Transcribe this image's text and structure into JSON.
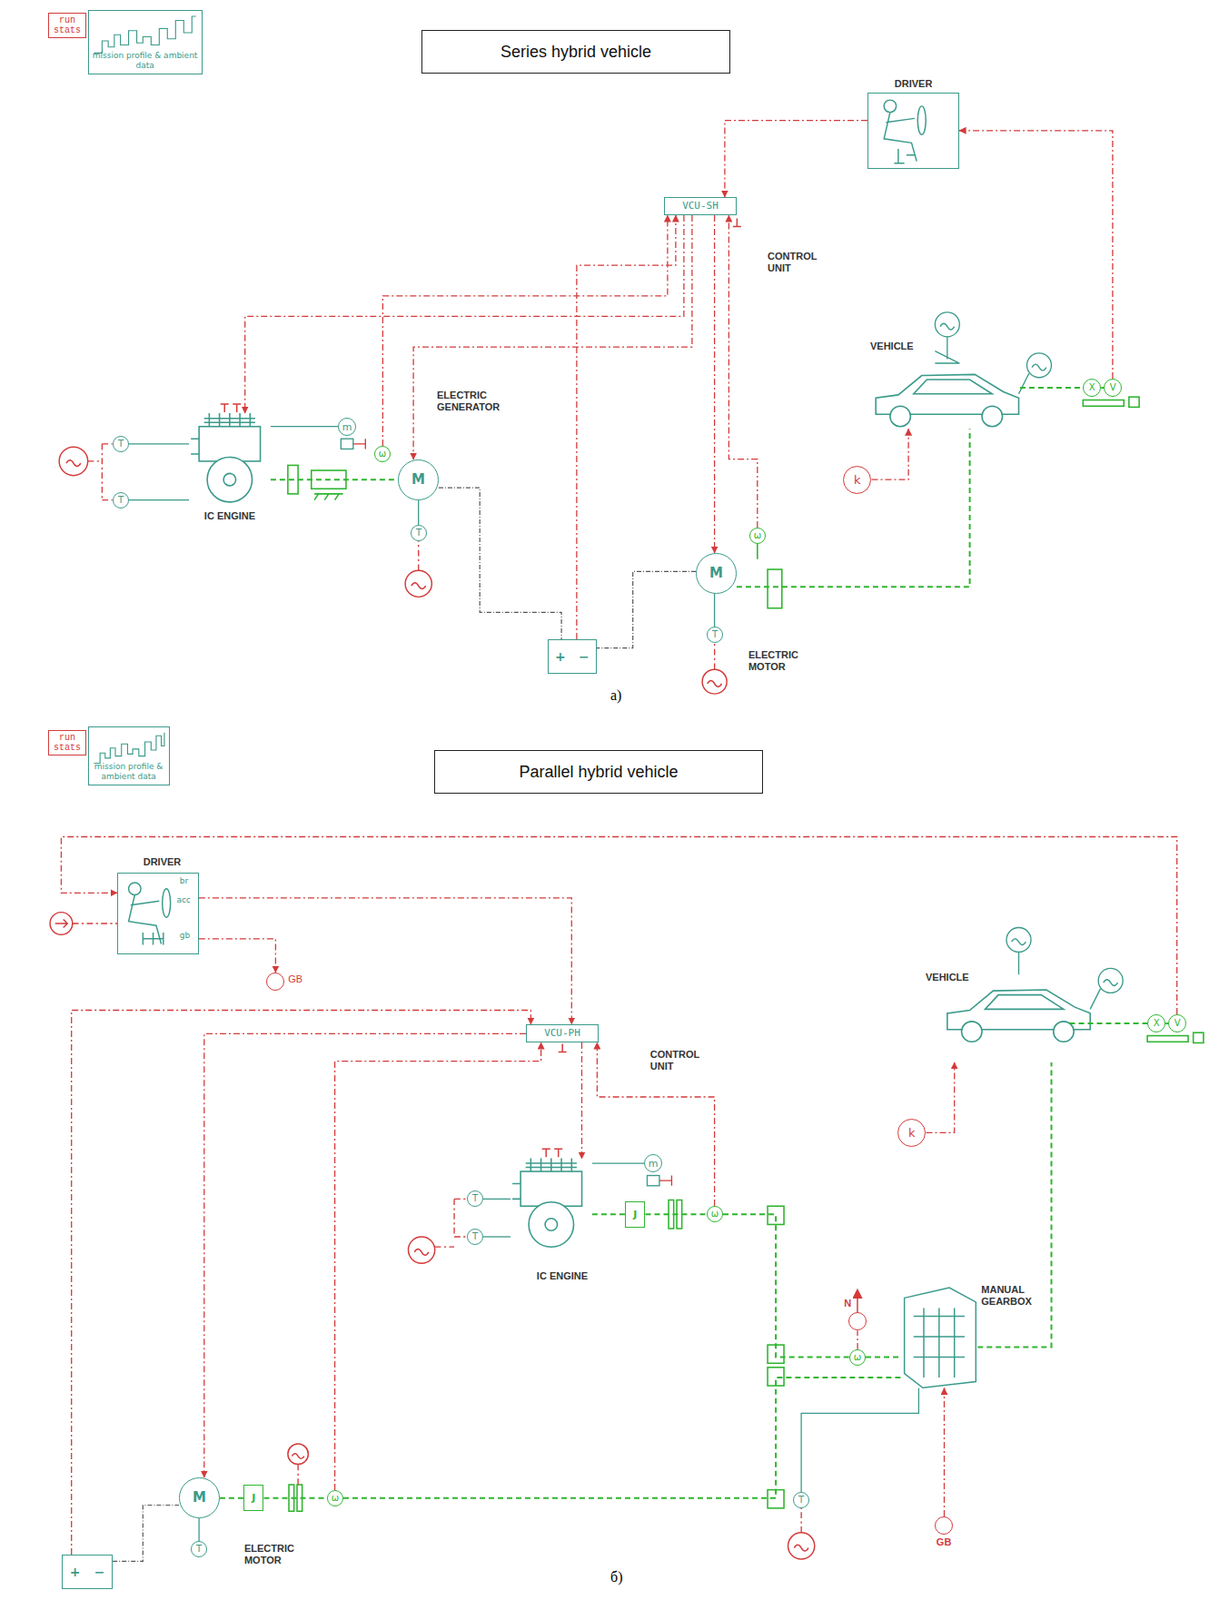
{
  "diagram": {
    "nodes": [
      {
        "text": [
          "run stats"
        ]
      },
      {
        "text": [
          "mission profile & ambient data"
        ]
      },
      {
        "text": [
          "Series hybrid vehicle"
        ]
      },
      {
        "text": [
          "DRIVER"
        ]
      },
      {
        "text": [
          "VCU-SH"
        ]
      },
      {
        "text": [
          "VEHICLE"
        ]
      },
      {
        "text": [
          "IC ENGINE"
        ]
      },
      {
        "text": [
          "M",
          "ELECTRIC GENERATOR"
        ]
      },
      {
        "text": [
          "M",
          "ELECTRIC MOTOR"
        ]
      },
      {
        "text": [
          "+",
          "−"
        ]
      },
      {
        "text": [
          "k"
        ]
      },
      {
        "text": [
          "T"
        ]
      },
      {
        "text": [
          "T"
        ]
      },
      {
        "text": [
          "m"
        ]
      },
      {
        "text": [
          "ω"
        ]
      },
      {
        "text": [
          "T"
        ]
      },
      {
        "text": [
          "ω"
        ]
      },
      {
        "text": [
          "T"
        ]
      },
      {
        "text": [
          "X"
        ]
      },
      {
        "text": [
          "V"
        ]
      },
      {
        "text": [
          "run stats"
        ]
      },
      {
        "text": [
          "mission profile & ambient data"
        ]
      },
      {
        "text": [
          "Parallel hybrid vehicle"
        ]
      },
      {
        "text": [
          "DRIVER"
        ]
      },
      {
        "text": [
          "GB"
        ]
      },
      {
        "text": [
          "VCU-PH"
        ]
      },
      {
        "text": [
          "VEHICLE"
        ]
      },
      {
        "text": [
          "k"
        ]
      },
      {
        "text": [
          "IC ENGINE"
        ]
      },
      {
        "text": [
          "MANUAL GEARBOX"
        ]
      },
      {
        "text": [
          "N"
        ]
      },
      {
        "text": [
          "GB"
        ]
      },
      {
        "text": [
          "M",
          "ELECTRIC MOTOR"
        ]
      },
      {
        "text": [
          "+",
          "−"
        ]
      },
      {
        "text": [
          "J"
        ]
      },
      {
        "text": [
          "J"
        ]
      },
      {
        "text": [
          "ω"
        ]
      },
      {
        "text": [
          "ω"
        ]
      },
      {
        "text": [
          "ω"
        ]
      },
      {
        "text": [
          "m"
        ]
      },
      {
        "text": [
          "T"
        ]
      },
      {
        "text": [
          "T"
        ]
      },
      {
        "text": [
          "T"
        ]
      },
      {
        "text": [
          "T"
        ]
      },
      {
        "text": [
          "X"
        ]
      },
      {
        "text": [
          "V"
        ]
      }
    ],
    "edges": [
      {
        "from": 3,
        "to": 4,
        "arrow": "to"
      },
      {
        "from": 19,
        "to": 3,
        "arrow": "to"
      },
      {
        "from": 4,
        "to": 6,
        "arrow": "to"
      },
      {
        "from": 4,
        "to": 7,
        "arrow": "to"
      },
      {
        "from": 4,
        "to": 8,
        "arrow": "to"
      },
      {
        "from": 9,
        "to": 4,
        "arrow": "to"
      },
      {
        "from": 14,
        "to": 4,
        "arrow": "to"
      },
      {
        "from": 16,
        "to": 4,
        "arrow": "to"
      },
      {
        "from": 10,
        "to": 5,
        "arrow": "to"
      },
      {
        "from": 8,
        "to": 5,
        "arrow": "none"
      },
      {
        "from": 6,
        "to": 7,
        "arrow": "none"
      },
      {
        "from": 7,
        "to": 9,
        "arrow": "none"
      },
      {
        "from": 8,
        "to": 9,
        "arrow": "none"
      },
      {
        "from": 11,
        "to": 6,
        "arrow": "none"
      },
      {
        "from": 12,
        "to": 6,
        "arrow": "none"
      },
      {
        "from": 13,
        "to": 6,
        "arrow": "none"
      },
      {
        "from": 15,
        "to": 7,
        "arrow": "none"
      },
      {
        "from": 17,
        "to": 8,
        "arrow": "none"
      },
      {
        "from": 5,
        "to": 18,
        "arrow": "none"
      },
      {
        "from": 18,
        "to": 19,
        "arrow": "none"
      },
      {
        "from": 23,
        "to": 25,
        "arrow": "to"
      },
      {
        "from": 45,
        "to": 23,
        "arrow": "to"
      },
      {
        "from": 25,
        "to": 28,
        "arrow": "to"
      },
      {
        "from": 25,
        "to": 32,
        "arrow": "to"
      },
      {
        "from": 33,
        "to": 25,
        "arrow": "to"
      },
      {
        "from": 36,
        "to": 25,
        "arrow": "to"
      },
      {
        "from": 38,
        "to": 25,
        "arrow": "to"
      },
      {
        "from": 23,
        "to": 24,
        "arrow": "to"
      },
      {
        "from": 27,
        "to": 26,
        "arrow": "to"
      },
      {
        "from": 28,
        "to": 34,
        "arrow": "none"
      },
      {
        "from": 39,
        "to": 28,
        "arrow": "none"
      },
      {
        "from": 40,
        "to": 28,
        "arrow": "none"
      },
      {
        "from": 41,
        "to": 28,
        "arrow": "none"
      },
      {
        "from": 34,
        "to": 36,
        "arrow": "none"
      },
      {
        "from": 36,
        "to": 37,
        "arrow": "none"
      },
      {
        "from": 37,
        "to": 29,
        "arrow": "none"
      },
      {
        "from": 37,
        "to": 30,
        "arrow": "none"
      },
      {
        "from": 31,
        "to": 29,
        "arrow": "to"
      },
      {
        "from": 43,
        "to": 29,
        "arrow": "none"
      },
      {
        "from": 32,
        "to": 35,
        "arrow": "none"
      },
      {
        "from": 35,
        "to": 38,
        "arrow": "none"
      },
      {
        "from": 38,
        "to": 29,
        "arrow": "none"
      },
      {
        "from": 29,
        "to": 26,
        "arrow": "none"
      },
      {
        "from": 42,
        "to": 32,
        "arrow": "none"
      },
      {
        "from": 33,
        "to": 32,
        "arrow": "none"
      },
      {
        "from": 26,
        "to": 44,
        "arrow": "none"
      },
      {
        "from": 44,
        "to": 45,
        "arrow": "none"
      }
    ],
    "labels": [
      "CONTROL UNIT",
      "а)",
      "br",
      "acc",
      "gb",
      "CONTROL UNIT",
      "б)"
    ]
  }
}
